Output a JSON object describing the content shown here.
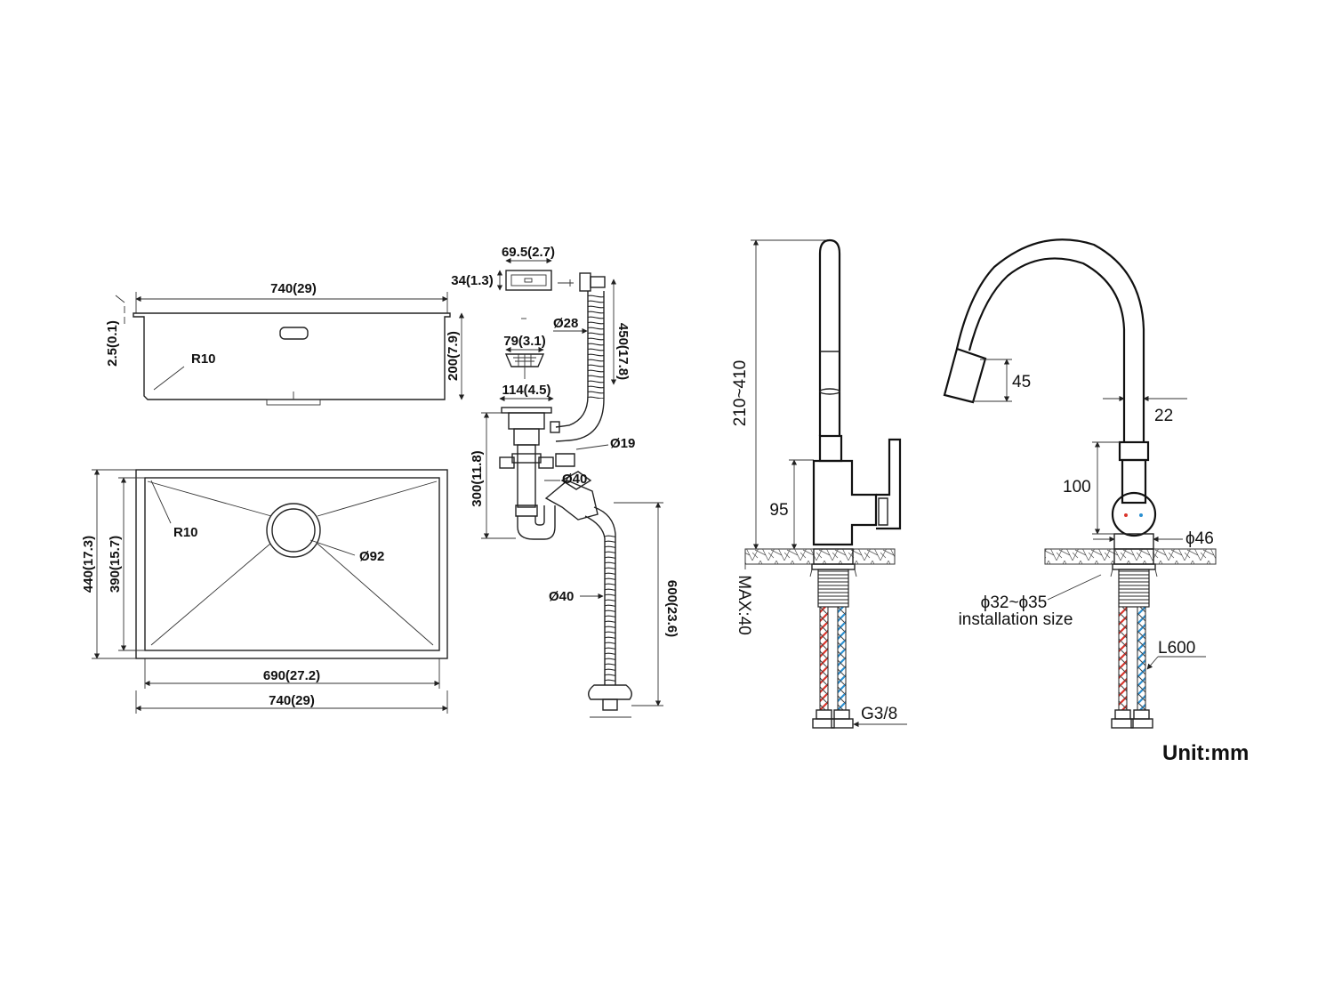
{
  "sink_top": {
    "width_label": "740(29)",
    "lip_label": "2.5(0.1)",
    "depth_label": "200(7.9)",
    "radius_label": "R10"
  },
  "sink_plan": {
    "radius_label": "R10",
    "drain_label": "Ø92",
    "outer_depth_label": "440(17.3)",
    "inner_depth_label": "390(15.7)",
    "inner_width_label": "690(27.2)",
    "outer_width_label": "740(29)"
  },
  "drain_kit": {
    "overflow_width_label": "69.5(2.7)",
    "overflow_height_label": "34(1.3)",
    "overflow_pipe_diameter": "Ø28",
    "overflow_pipe_length": "450(17.8)",
    "strainer_label": "79(3.1)",
    "flange_label": "114(4.5)",
    "side_inlet_label": "Ø19",
    "trap_height_label": "300(11.8)",
    "trap_diameter_label": "Ø40",
    "hose_diameter_label": "Ø40",
    "hose_length_label": "600(23.6)"
  },
  "faucet_side": {
    "height_label": "210~410",
    "body_height_label": "95",
    "max_deck_label": "MAX:40",
    "thread_label": "G3/8"
  },
  "faucet_front": {
    "spray_label": "45",
    "neck_label": "22",
    "body_label": "100",
    "base_label": "ϕ46",
    "hole_label": "ϕ32~ϕ35",
    "hole_caption": "installation size",
    "hose_label": "L600"
  },
  "unit_label": "Unit:mm",
  "colors": {
    "line": "#222222",
    "hot": "#d9342b",
    "cold": "#2a8fd1"
  }
}
